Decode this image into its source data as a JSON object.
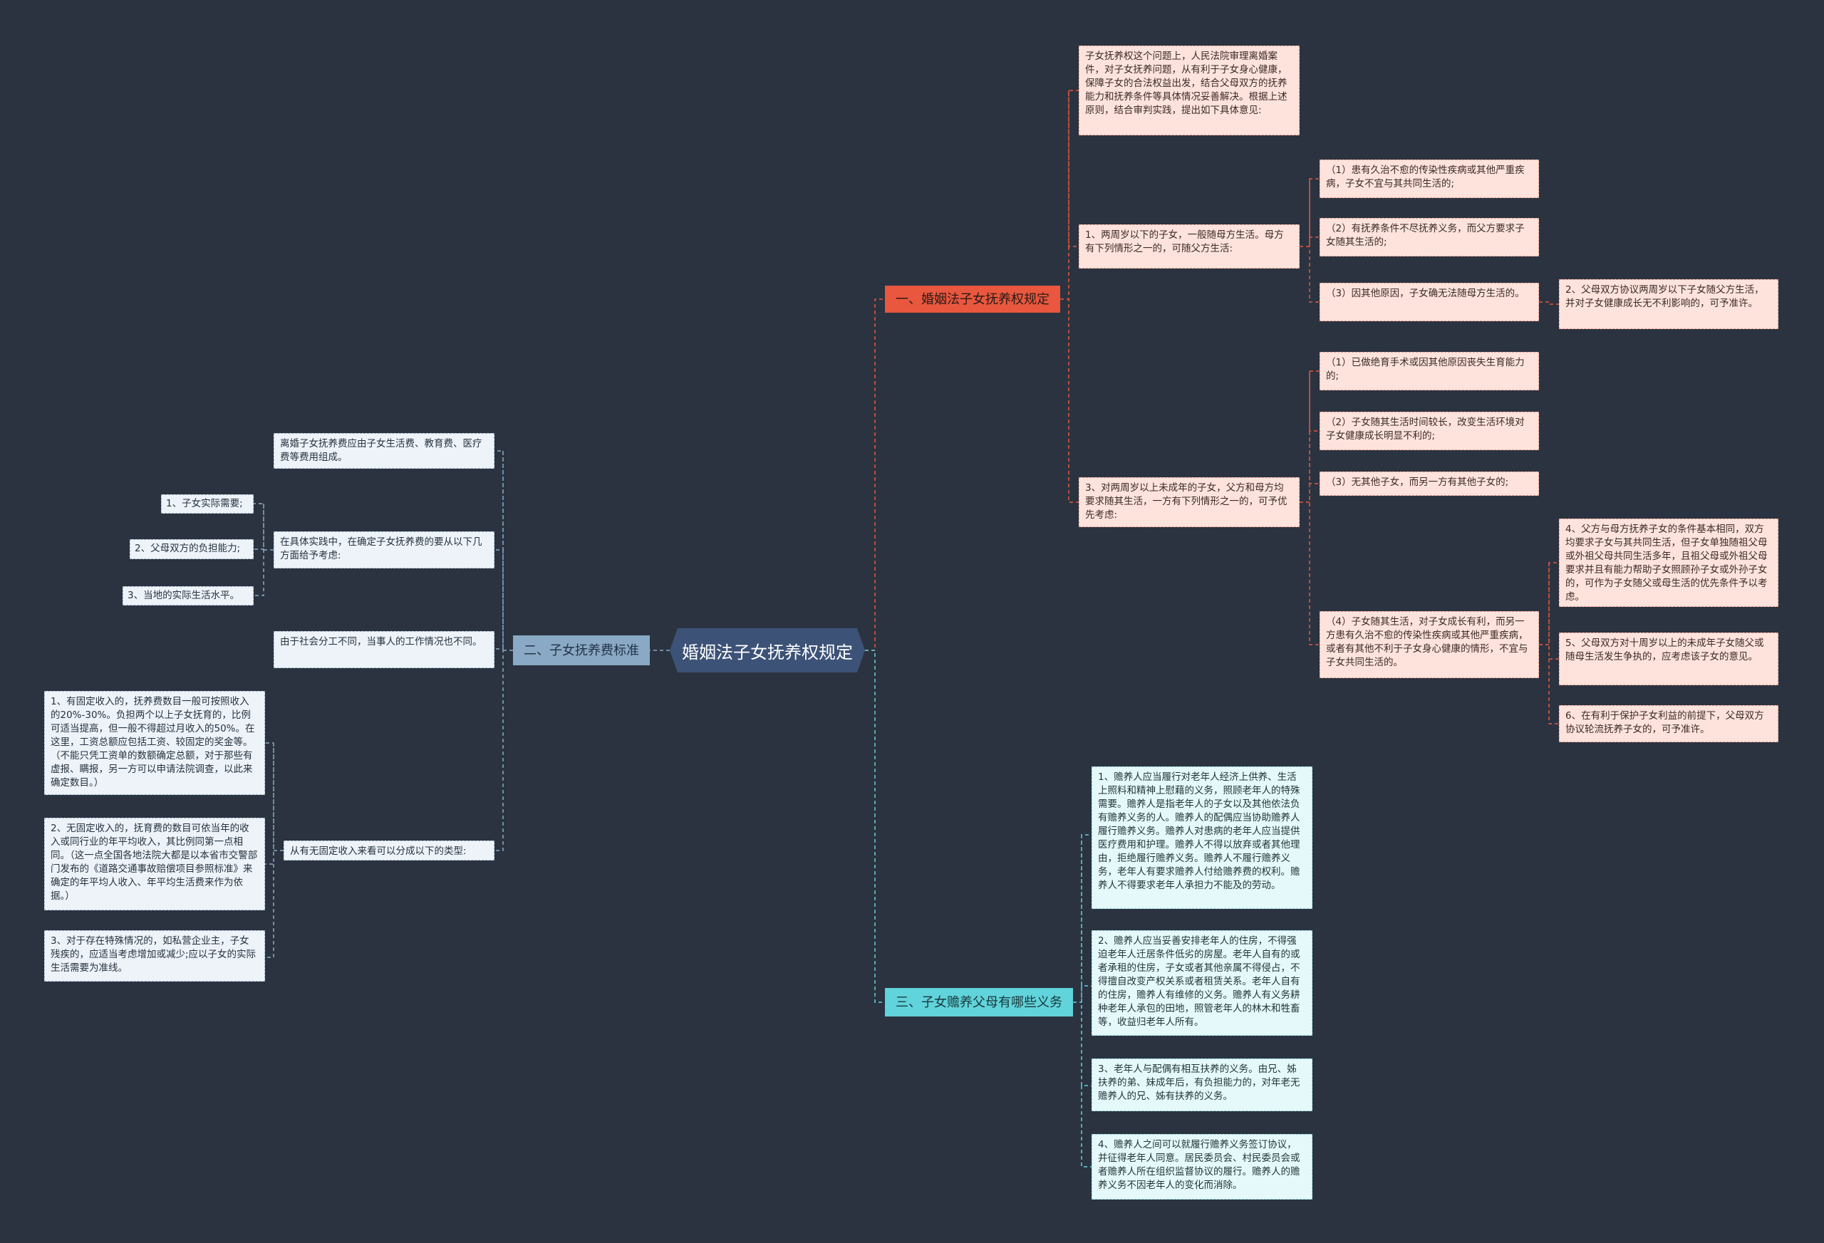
{
  "root": "婚姻法子女抚养权规定",
  "branches": {
    "b1": {
      "title": "一、婚姻法子女抚养权规定",
      "intro": "子女抚养权这个问题上，人民法院审理离婚案件，对子女抚养问题，从有利于子女身心健康，保障子女的合法权益出发，结合父母双方的抚养能力和抚养条件等具体情况妥善解决。根据上述原则，结合审判实践，提出如下具体意见:",
      "p1": {
        "text": "1、两周岁以下的子女，一般随母方生活。母方有下列情形之一的，可随父方生活:",
        "items": [
          "（1）患有久治不愈的传染性疾病或其他严重疾病，子女不宜与其共同生活的;",
          "（2）有抚养条件不尽抚养义务，而父方要求子女随其生活的;",
          "（3）因其他原因，子女确无法随母方生活的。"
        ],
        "note": "2、父母双方协议两周岁以下子女随父方生活，并对子女健康成长无不利影响的，可予准许。"
      },
      "p3": {
        "text": "3、对两周岁以上未成年的子女，父方和母方均要求随其生活，一方有下列情形之一的，可予优先考虑:",
        "items": [
          "（1）已做绝育手术或因其他原因丧失生育能力的;",
          "（2）子女随其生活时间较长，改变生活环境对子女健康成长明显不利的;",
          "（3）无其他子女，而另一方有其他子女的;",
          "（4）子女随其生活，对子女成长有利，而另一方患有久治不愈的传染性疾病或其他严重疾病，或者有其他不利于子女身心健康的情形，不宜与子女共同生活的。"
        ],
        "notes": [
          "4、父方与母方抚养子女的条件基本相同，双方均要求子女与其共同生活，但子女单独随祖父母或外祖父母共同生活多年，且祖父母或外祖父母要求并且有能力帮助子女照顾孙子女或外孙子女的，可作为子女随父或母生活的优先条件予以考虑。",
          "5、父母双方对十周岁以上的未成年子女随父或随母生活发生争执的，应考虑该子女的意见。",
          "6、在有利于保护子女利益的前提下，父母双方协议轮流抚养子女的，可予准许。"
        ]
      }
    },
    "b2": {
      "title": "二、子女抚养费标准",
      "c1": "离婚子女抚养费应由子女生活费、教育费、医疗费等费用组成。",
      "c2": "在具体实践中，在确定子女抚养费的要从以下几方面给予考虑:",
      "c2_items": [
        "1、子女实际需要;",
        "2、父母双方的负担能力;",
        "3、当地的实际生活水平。"
      ],
      "c3": "由于社会分工不同，当事人的工作情况也不同。",
      "c4": "从有无固定收入来看可以分成以下的类型:",
      "c4_items": [
        "1、有固定收入的，抚养费数目一般可按照收入的20%-30%。负担两个以上子女抚育的，比例可适当提高，但一般不得超过月收入的50%。在这里，工资总额应包括工资、较固定的奖金等。（不能只凭工资单的数额确定总额，对于那些有虚报、瞒报，另一方可以申请法院调查，以此来确定数目。）",
        "2、无固定收入的，抚育费的数目可依当年的收入或同行业的年平均收入，其比例同第一点相同。（这一点全国各地法院大都是以本省市交警部门发布的《道路交通事故赔偿项目参照标准》来确定的年平均人收入、年平均生活费来作为依据。）",
        "3、对于存在特殊情况的，如私营企业主，子女残疾的，应适当考虑增加或减少;应以子女的实际生活需要为准线。"
      ]
    },
    "b3": {
      "title": "三、子女赡养父母有哪些义务",
      "items": [
        "1、赡养人应当履行对老年人经济上供养、生活上照料和精神上慰藉的义务，照顾老年人的特殊需要。赡养人是指老年人的子女以及其他依法负有赡养义务的人。赡养人的配偶应当协助赡养人履行赡养义务。赡养人对患病的老年人应当提供医疗费用和护理。赡养人不得以放弃或者其他理由，拒绝履行赡养义务。赡养人不履行赡养义务，老年人有要求赡养人付给赡养费的权利。赡养人不得要求老年人承担力不能及的劳动。",
        "2、赡养人应当妥善安排老年人的住房，不得强迫老年人迁居条件低劣的房屋。老年人自有的或者承租的住房，子女或者其他亲属不得侵占，不得擅自改变产权关系或者租赁关系。老年人自有的住房，赡养人有维修的义务。赡养人有义务耕种老年人承包的田地，照管老年人的林木和牲畜等，收益归老年人所有。",
        "3、老年人与配偶有相互扶养的义务。由兄、姊扶养的弟、妹成年后，有负担能力的，对年老无赡养人的兄、姊有扶养的义务。",
        "4、赡养人之间可以就履行赡养义务签订协议，并征得老年人同意。居民委员会、村民委员会或者赡养人所在组织监督协议的履行。赡养人的赡养义务不因老年人的变化而消除。"
      ]
    }
  },
  "colors": {
    "background": "#2b3340",
    "root": "#3c5277",
    "branch1": "#e8573e",
    "branch2": "#8aa9c4",
    "branch3": "#61d3db",
    "line": "#9fb5ca"
  }
}
